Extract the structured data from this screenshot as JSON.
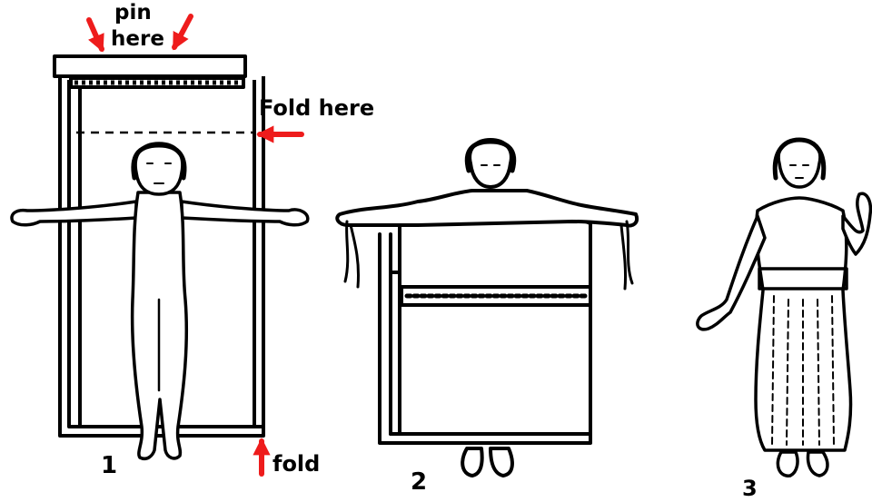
{
  "labels": {
    "pin": "pin",
    "here": "here",
    "fold_here": "Fold here",
    "fold": "fold",
    "step1": "1",
    "step2": "2",
    "step3": "3"
  },
  "colors": {
    "ink": "#000000",
    "arrow": "#ee1c1c",
    "paper": "#ffffff"
  },
  "icons": [
    "pin-arrow-icon",
    "fold-here-arrow-icon",
    "fold-arrow-icon"
  ]
}
